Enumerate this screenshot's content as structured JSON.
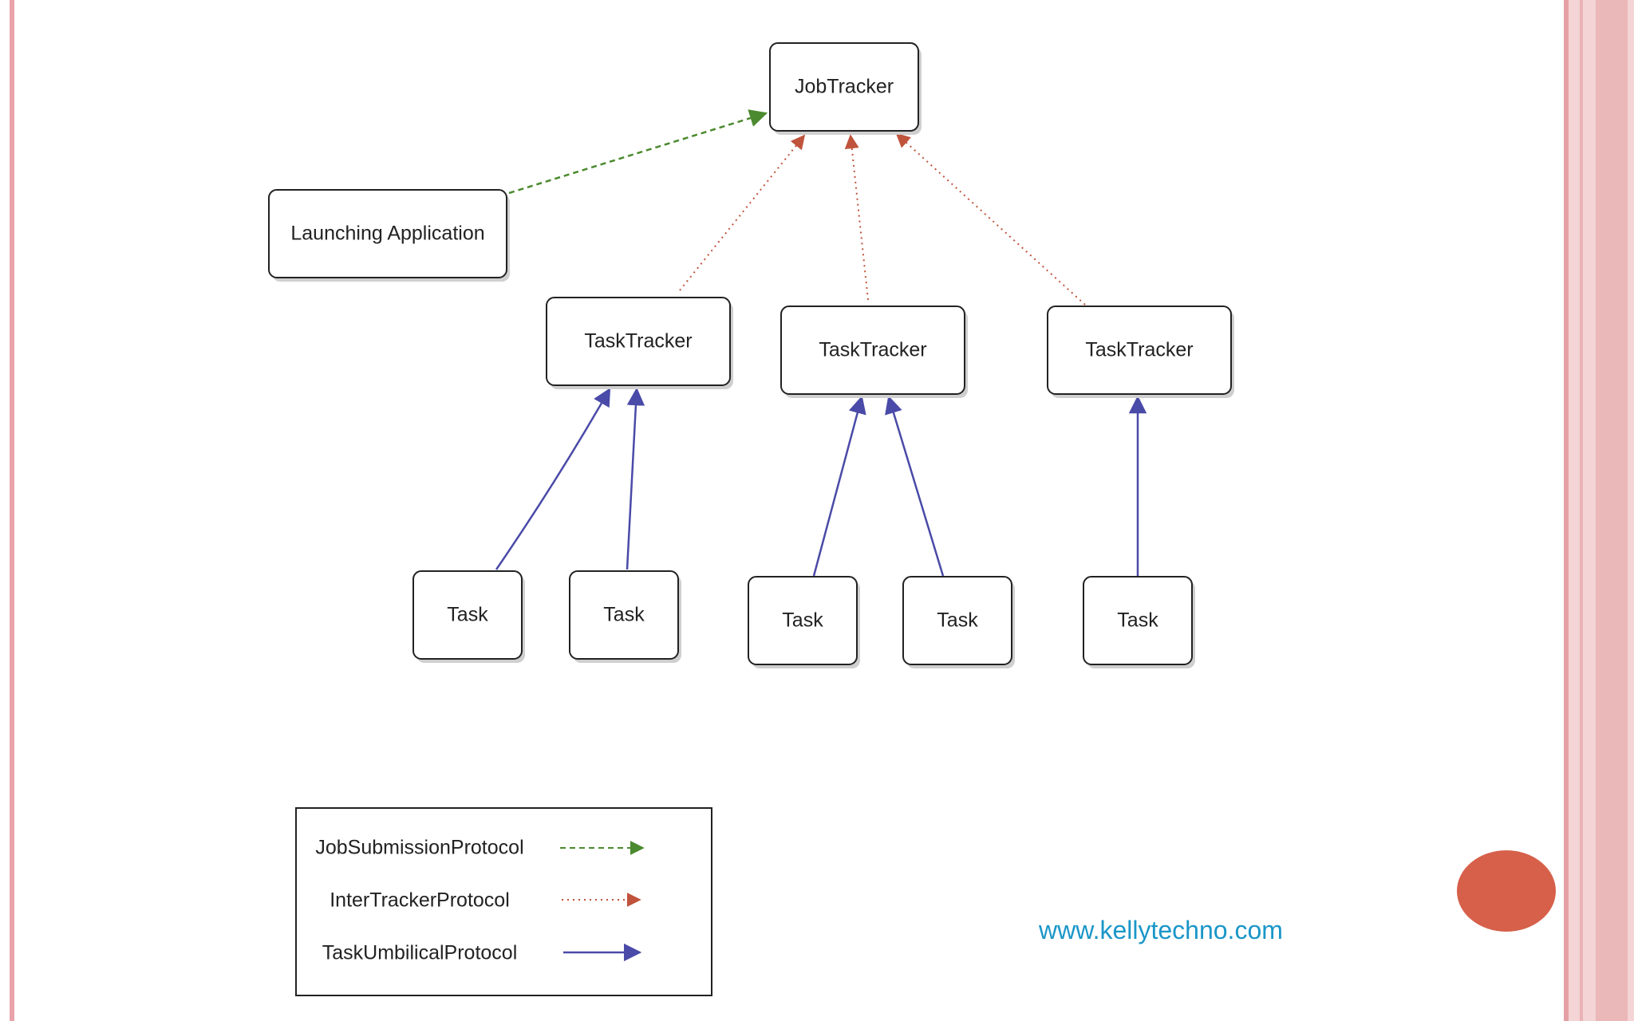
{
  "colors": {
    "job_submission": "#4b8a2e",
    "inter_tracker": "#c0533c",
    "umbilical": "#4a4aa8",
    "left_border": "#e8a4aa",
    "right_border": "#e8b4b6",
    "url": "#1a96c8",
    "badge": "#d6604a"
  },
  "nodes": {
    "job_tracker": "JobTracker",
    "launching_application": "Launching Application",
    "task_tracker_1": "TaskTracker",
    "task_tracker_2": "TaskTracker",
    "task_tracker_3": "TaskTracker",
    "task_1": "Task",
    "task_2": "Task",
    "task_3": "Task",
    "task_4": "Task",
    "task_5": "Task"
  },
  "legend": {
    "job_submission": "JobSubmissionProtocol",
    "inter_tracker": "InterTrackerProtocol",
    "task_umbilical": "TaskUmbilicalProtocol"
  },
  "footer": {
    "url": "www.kellytechno.com"
  }
}
